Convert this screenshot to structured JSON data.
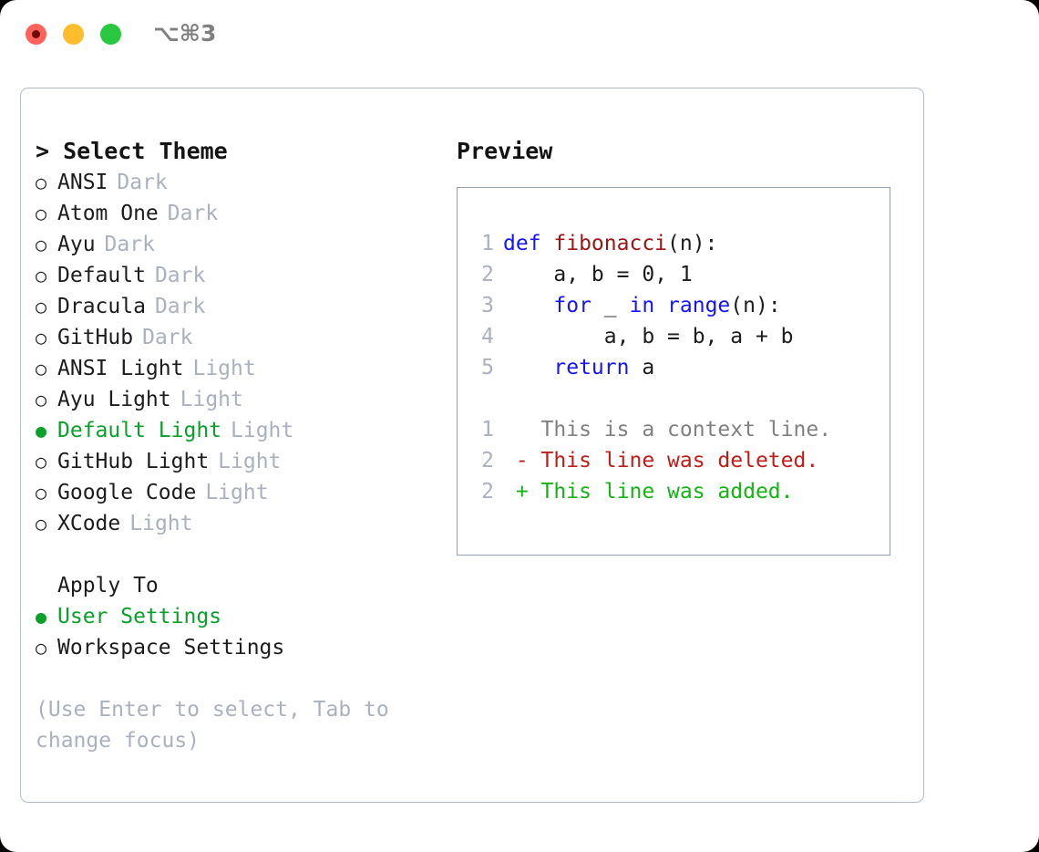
{
  "titlebar": {
    "shortcut": "⌥⌘3",
    "lights": [
      {
        "name": "close",
        "color": "#ff6259"
      },
      {
        "name": "minimize",
        "color": "#ffbd2e"
      },
      {
        "name": "maximize",
        "color": "#28c840"
      }
    ]
  },
  "theme_picker": {
    "heading": "> Select Theme",
    "marker_unselected": "○",
    "marker_selected": "●",
    "themes": [
      {
        "label": "ANSI",
        "suffix": "Dark",
        "selected": false
      },
      {
        "label": "Atom One",
        "suffix": "Dark",
        "selected": false
      },
      {
        "label": "Ayu",
        "suffix": "Dark",
        "selected": false
      },
      {
        "label": "Default",
        "suffix": "Dark",
        "selected": false
      },
      {
        "label": "Dracula",
        "suffix": "Dark",
        "selected": false
      },
      {
        "label": "GitHub",
        "suffix": "Dark",
        "selected": false
      },
      {
        "label": "ANSI Light",
        "suffix": "Light",
        "selected": false
      },
      {
        "label": "Ayu Light",
        "suffix": "Light",
        "selected": false
      },
      {
        "label": "Default Light",
        "suffix": "Light",
        "selected": true
      },
      {
        "label": "GitHub Light",
        "suffix": "Light",
        "selected": false
      },
      {
        "label": "Google Code",
        "suffix": "Light",
        "selected": false
      },
      {
        "label": "XCode",
        "suffix": "Light",
        "selected": false
      }
    ]
  },
  "apply_to": {
    "heading": "Apply To",
    "options": [
      {
        "label": "User Settings",
        "selected": true
      },
      {
        "label": "Workspace Settings",
        "selected": false
      }
    ]
  },
  "hint": "(Use Enter to select, Tab to change focus)",
  "preview": {
    "title": "Preview",
    "code_lines": [
      {
        "num": "1",
        "tokens": [
          {
            "text": "def ",
            "kind": "kw"
          },
          {
            "text": "fibonacci",
            "kind": "fn"
          },
          {
            "text": "(n):",
            "kind": "plain"
          }
        ]
      },
      {
        "num": "2",
        "tokens": [
          {
            "text": "    a, b = 0, 1",
            "kind": "plain"
          }
        ]
      },
      {
        "num": "3",
        "tokens": [
          {
            "text": "    ",
            "kind": "plain"
          },
          {
            "text": "for",
            "kind": "kw"
          },
          {
            "text": " _ ",
            "kind": "plain"
          },
          {
            "text": "in",
            "kind": "kw"
          },
          {
            "text": " ",
            "kind": "plain"
          },
          {
            "text": "range",
            "kind": "kw"
          },
          {
            "text": "(n):",
            "kind": "plain"
          }
        ]
      },
      {
        "num": "4",
        "tokens": [
          {
            "text": "        a, b = b, a + b",
            "kind": "plain"
          }
        ]
      },
      {
        "num": "5",
        "tokens": [
          {
            "text": "    ",
            "kind": "plain"
          },
          {
            "text": "return",
            "kind": "kw"
          },
          {
            "text": " a",
            "kind": "plain"
          }
        ]
      }
    ],
    "diff_lines": [
      {
        "num": "1",
        "marker": " ",
        "text": " This is a context line.",
        "kind": "ctx"
      },
      {
        "num": "2",
        "marker": "-",
        "text": " This line was deleted.",
        "kind": "del"
      },
      {
        "num": "2",
        "marker": "+",
        "text": " This line was added.",
        "kind": "add"
      }
    ]
  },
  "colors": {
    "accent_green": "#0aa02a",
    "muted": "#a9b1be",
    "keyword": "#1414ff",
    "function": "#9c1414",
    "diff_added": "#13b413",
    "diff_deleted": "#c21c16",
    "panel_border": "#b3bbc7",
    "preview_border": "#93a0b0"
  }
}
